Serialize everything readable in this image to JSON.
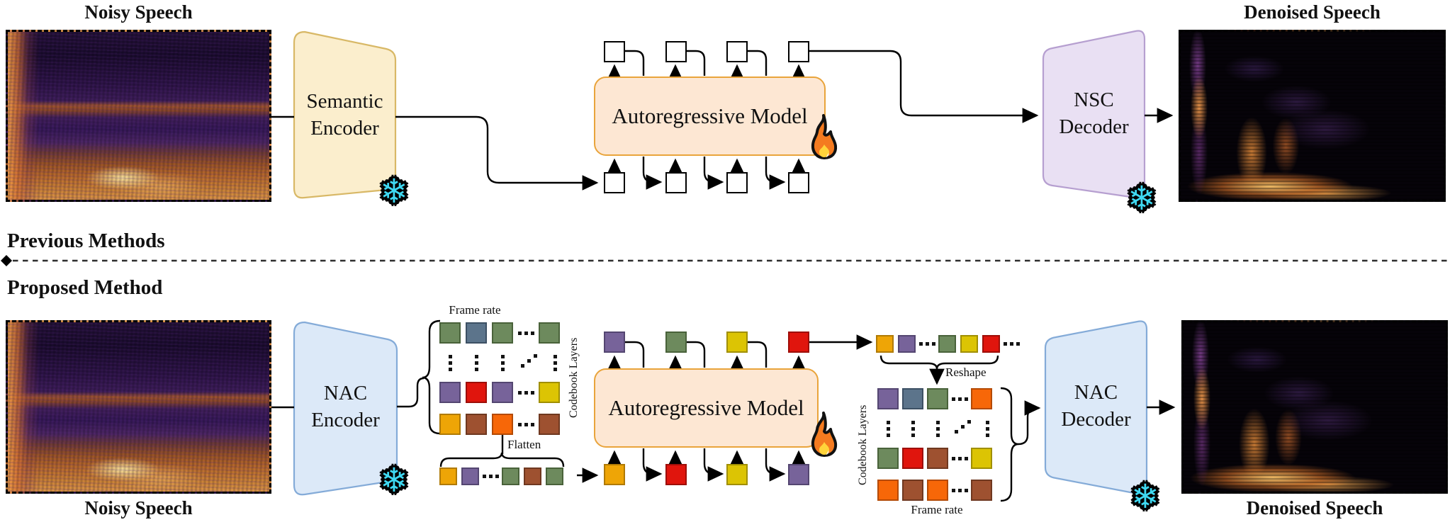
{
  "figure": {
    "previous_section_label": "Previous Methods",
    "proposed_section_label": "Proposed Method"
  },
  "palette": {
    "white": {
      "fill": "#ffffff",
      "border": "#000000"
    },
    "green": {
      "fill": "#6d8a5d",
      "border": "#49623a"
    },
    "bluegray": {
      "fill": "#5c748b",
      "border": "#3d5064"
    },
    "purple": {
      "fill": "#77639a",
      "border": "#544671"
    },
    "red": {
      "fill": "#e0150d",
      "border": "#9e0e08"
    },
    "yellow": {
      "fill": "#dcc404",
      "border": "#a08f02"
    },
    "amber": {
      "fill": "#eea506",
      "border": "#b07a04"
    },
    "brown": {
      "fill": "#9e5130",
      "border": "#6f3820"
    },
    "borange": {
      "fill": "#f76708",
      "border": "#b44a04"
    }
  },
  "previous": {
    "noisy_title": "Noisy Speech",
    "denoised_title": "Denoised Speech",
    "encoder_line1": "Semantic",
    "encoder_line2": "Encoder",
    "ar_label": "Autoregressive Model",
    "decoder_line1": "NSC",
    "decoder_line2": "Decoder",
    "output_tokens": [
      "white",
      "white",
      "white",
      "white"
    ],
    "input_tokens": [
      "white",
      "white",
      "white",
      "white"
    ]
  },
  "proposed": {
    "noisy_title": "Noisy Speech",
    "denoised_title": "Denoised Speech",
    "encoder_line1": "NAC",
    "encoder_line2": "Encoder",
    "decoder_line1": "NAC",
    "decoder_line2": "Decoder",
    "ar_label": "Autoregressive Model",
    "frame_rate_label_encoder": "Frame rate",
    "frame_rate_label_decoder": "Frame rate",
    "codebook_layers_label_encoder": "Codebook Layers",
    "codebook_layers_label_decoder": "Codebook Layers",
    "flatten_label": "Flatten",
    "reshape_label": "Reshape",
    "encoder_grid": {
      "rows": [
        [
          "green",
          "bluegray",
          "green",
          "hdots",
          "green"
        ],
        [
          "vdots",
          "vdots",
          "vdots",
          "ddots",
          "vdots"
        ],
        [
          "purple",
          "red",
          "purple",
          "hdots",
          "yellow"
        ],
        [
          "amber",
          "brown",
          "borange",
          "hdots",
          "brown"
        ]
      ]
    },
    "flatten_tokens": [
      "amber",
      "purple",
      "hdots",
      "green",
      "brown",
      "green"
    ],
    "ar_output_tokens": [
      "purple",
      "green",
      "yellow",
      "red"
    ],
    "ar_input_tokens": [
      "amber",
      "red",
      "yellow",
      "purple"
    ],
    "sequence_tokens": [
      "amber",
      "purple",
      "hdots",
      "green",
      "yellow",
      "red",
      "hdots"
    ],
    "decoder_grid": {
      "rows": [
        [
          "purple",
          "bluegray",
          "green",
          "hdots",
          "borange"
        ],
        [
          "vdots",
          "vdots",
          "vdots",
          "ddots",
          "vdots"
        ],
        [
          "green",
          "red",
          "brown",
          "hdots",
          "yellow"
        ],
        [
          "borange",
          "brown",
          "borange",
          "hdots",
          "brown"
        ]
      ]
    }
  },
  "accents": {
    "frozen_icon_color": "#3fd9f2",
    "flame_color": "#f47b20",
    "ar_box_fill": "#fde7d3",
    "ar_box_border": "#e9a43b",
    "semantic_encoder_fill": "#fbeecd",
    "semantic_encoder_border": "#d8b866",
    "nsc_decoder_fill": "#e9e0f3",
    "nsc_decoder_border": "#b69fd0",
    "nac_fill": "#dce9f8",
    "nac_border": "#84abd8",
    "token_dot_color": "#141414"
  }
}
